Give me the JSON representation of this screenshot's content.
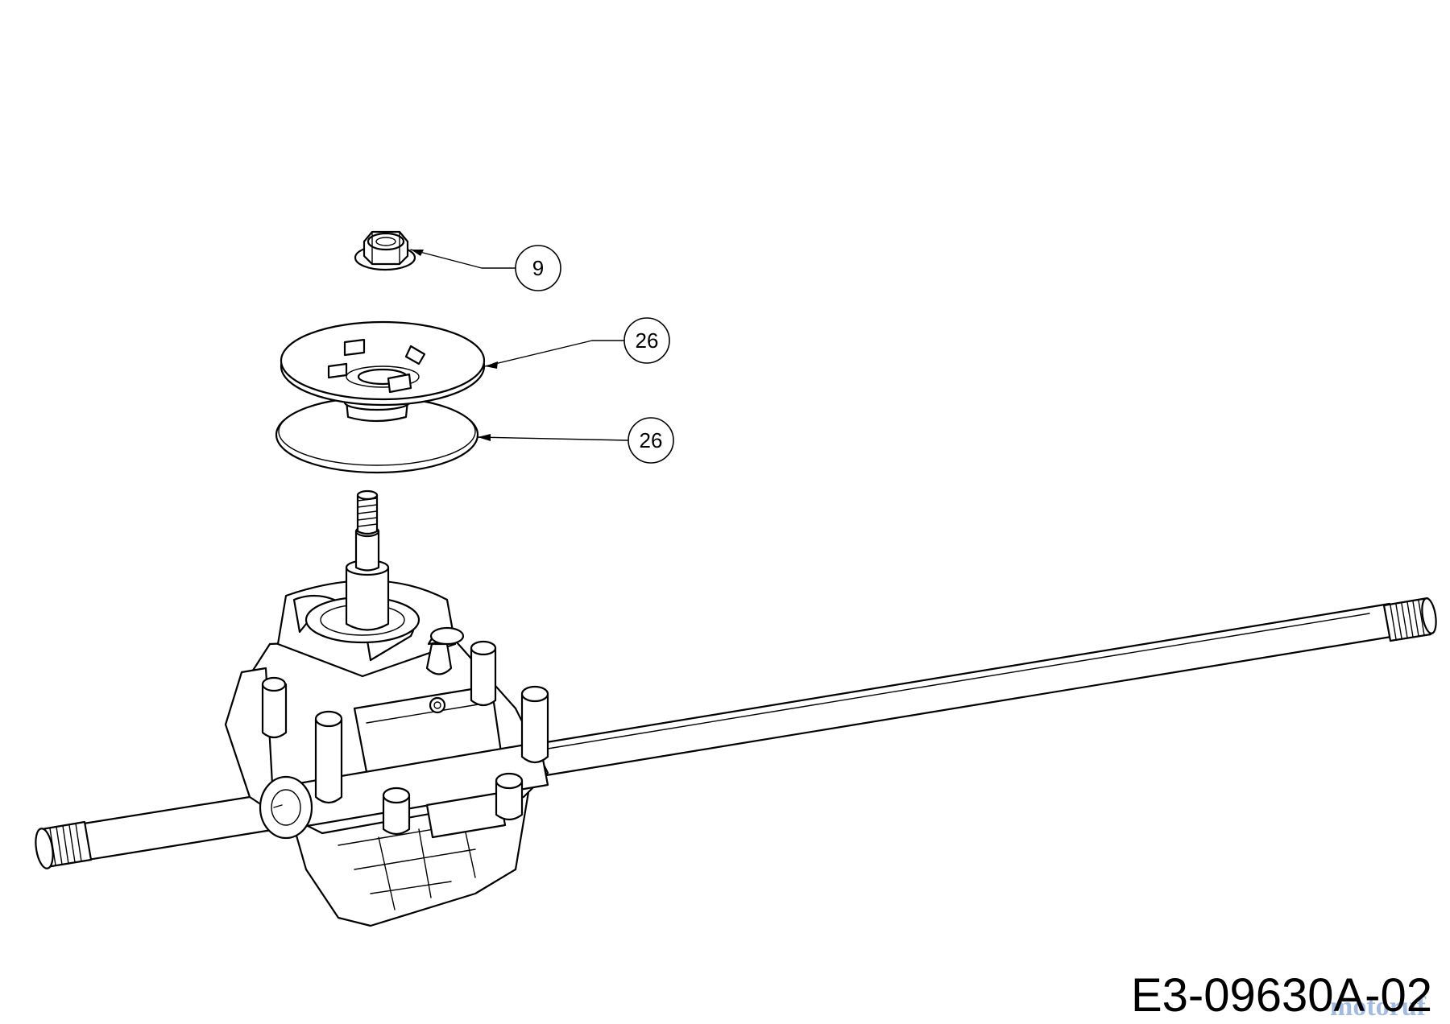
{
  "callouts": [
    {
      "label": "9"
    },
    {
      "label": "26"
    },
    {
      "label": "26"
    }
  ],
  "drawing_number": "E3-09630A-02",
  "watermark": "motoruf"
}
